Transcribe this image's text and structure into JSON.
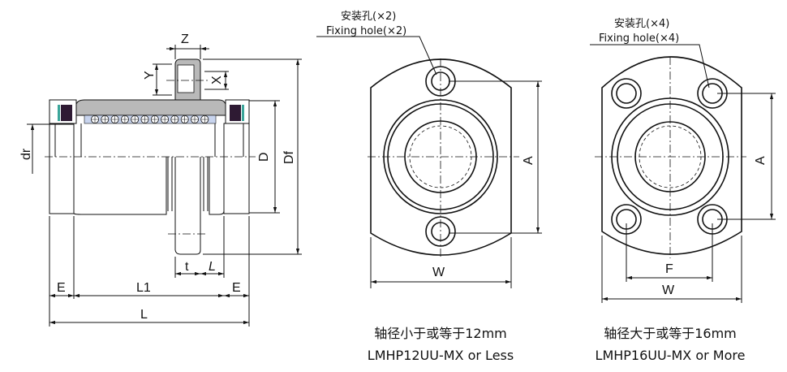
{
  "side_view": {
    "labels": {
      "z": "Z",
      "y": "Y",
      "x": "X",
      "dr": "dr",
      "d": "D",
      "df": "Df",
      "t": "t",
      "l": "L",
      "e_left": "E",
      "l1": "L1",
      "e_right": "E"
    }
  },
  "front_view_small": {
    "note_cn": "安装孔(×2)",
    "note_en": "Fixing hole(×2)",
    "dim_a": "A",
    "dim_w": "W",
    "caption_cn": "轴径小于或等于12mm",
    "caption_en": "LMHP12UU-MX or Less"
  },
  "front_view_large": {
    "note_cn": "安装孔(×4)",
    "note_en": "Fixing hole(×4)",
    "dim_a": "A",
    "dim_f": "F",
    "dim_w": "W",
    "caption_cn": "轴径大于或等于16mm",
    "caption_en": "LMHP16UU-MX or More"
  },
  "colors": {
    "line": "#111111",
    "housing": "#b9b9b9",
    "seal": "#2e1a33",
    "seal_ring": "#3aa59a",
    "retainer": "#c8d4ee"
  }
}
